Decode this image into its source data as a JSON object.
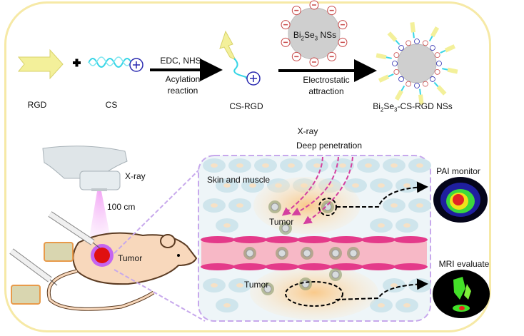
{
  "synthesis": {
    "rgd_label": "RGD",
    "cs_label": "CS",
    "plus_sign": "+",
    "step1_reagents": "EDC, NHS",
    "step1_line1": "Acylation",
    "step1_line2": "reaction",
    "cs_rgd_label": "CS-RGD",
    "nanosheet_label_pre": "Bi",
    "nanosheet_sub1": "2",
    "nanosheet_mid": "Se",
    "nanosheet_sub2": "3",
    "nanosheet_post": " NSs",
    "step2_line1": "Electrostatic",
    "step2_line2": "attraction",
    "product_pre": "Bi",
    "product_sub1": "2",
    "product_mid": "Se",
    "product_sub2": "3",
    "product_post": "-CS-RGD NSs"
  },
  "in_vivo": {
    "xray_source_label": "X-ray",
    "distance_label": "100 cm",
    "tumor_label": "Tumor"
  },
  "tissue": {
    "xray_label": "X-ray",
    "penetration_label": "Deep penetration",
    "skin_label": "Skin and muscle",
    "tumor_upper_label": "Tumor",
    "tumor_lower_label": "Tumor"
  },
  "imaging": {
    "pai_label": "PAI monitor",
    "mri_label": "MRI evaluate"
  },
  "colors": {
    "frame": "#f6e9a6",
    "rgd_arrow": "#f3f09a",
    "cs_helix": "#37d5e6",
    "positive_charge": "#2a2ab0",
    "negative_charge": "#c84a4a",
    "nanosheet": "#cfcfcf",
    "vessel": "#f7b8c6",
    "vessel_wall": "#e43a8a",
    "xray_beam": "#e58be8",
    "tumor": "#e01010"
  }
}
